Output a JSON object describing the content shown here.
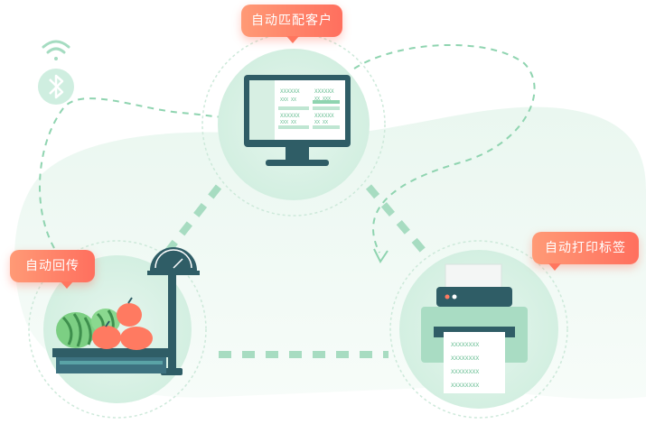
{
  "labels": {
    "match_customer": "自动匹配客户",
    "auto_upload": "自动回传",
    "auto_print": "自动打印标签"
  },
  "screen": {
    "cell_a_title": "XXXXXX",
    "cell_a_row": "XXX XX",
    "cell_b_title": "XXXXXX",
    "cell_b_row": "XX XXX",
    "cell_c_title": "XXXXXX",
    "cell_c_row": "XXX XX",
    "cell_d_title": "XXXXXX",
    "cell_d_row": "XX XX"
  },
  "receipt": {
    "lines": [
      "XXXXXXXX",
      "XXXXXXXX",
      "XXXXXXXX",
      "XXXXXXXX"
    ]
  },
  "colors": {
    "teal": "#2f5d66",
    "mint": "#bfe6d2",
    "accent": "#ff7a61",
    "dash": "#8fd4b0"
  },
  "icons": {
    "wifi": "wifi-icon",
    "bluetooth": "bluetooth-icon"
  }
}
